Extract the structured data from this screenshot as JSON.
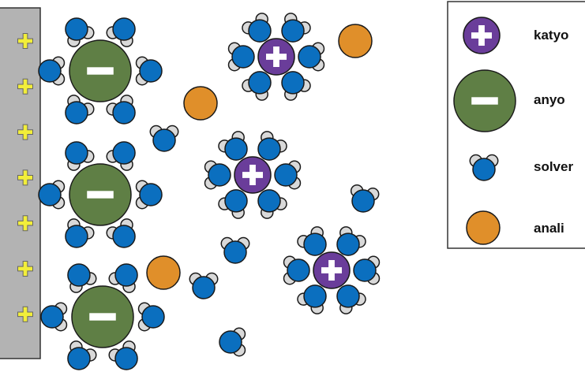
{
  "legend": {
    "items": [
      {
        "key": "cation",
        "label": "katyo"
      },
      {
        "key": "anion",
        "label": "anyo"
      },
      {
        "key": "solvent",
        "label": "solver"
      },
      {
        "key": "analyte",
        "label": "anali"
      }
    ]
  },
  "electrode": {
    "charge_symbol": "+",
    "charge_count": 7
  },
  "colors": {
    "electrode": "#b3b3b3",
    "charge": "#f2ee3a",
    "cation": "#6a3d9a",
    "anion": "#5f7f45",
    "oxygen": "#0b6fbf",
    "hydrogen": "#d9d9d9",
    "analyte": "#e08f2a",
    "outline": "#1a1a1a"
  }
}
